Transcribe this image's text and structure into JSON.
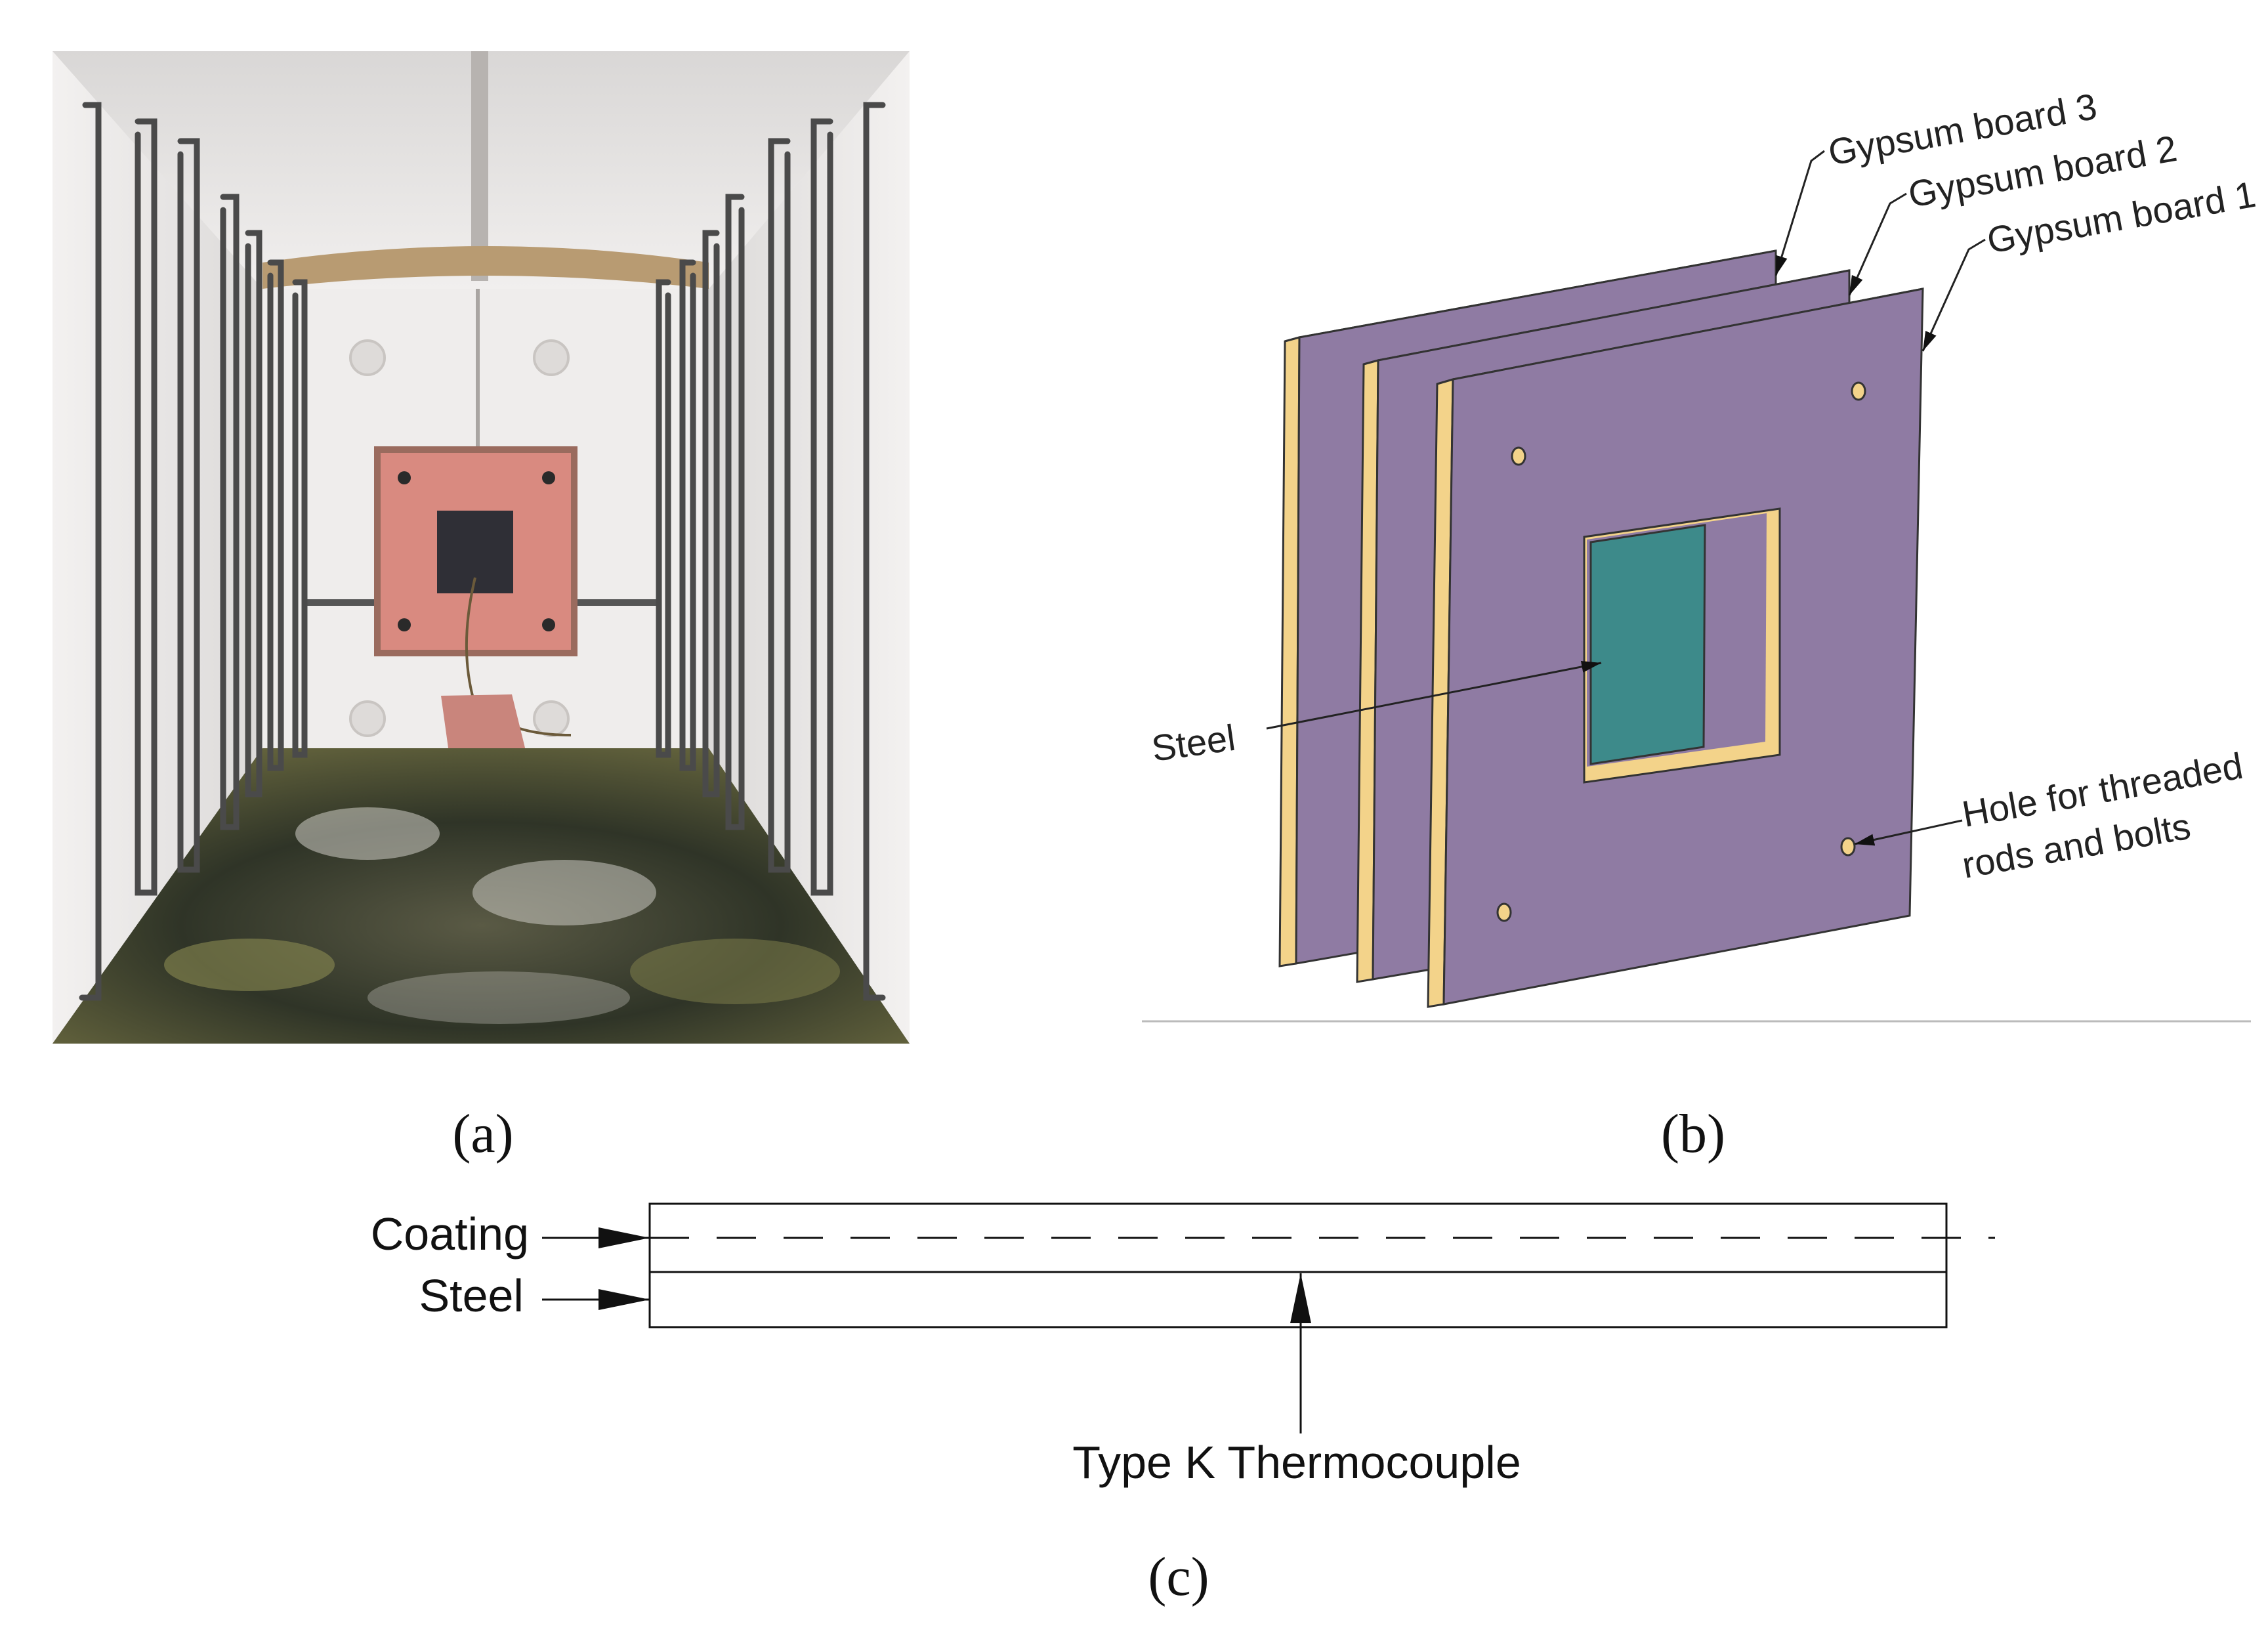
{
  "panels": {
    "a": {
      "caption": "(a)"
    },
    "b": {
      "caption": "(b)",
      "labels": {
        "board3": "Gypsum board 3",
        "board2": "Gypsum board 2",
        "board1": "Gypsum board 1",
        "steel": "Steel",
        "hole_line1": "Hole for threaded",
        "hole_line2": "rods and bolts"
      }
    },
    "c": {
      "caption": "(c)",
      "labels": {
        "coating": "Coating",
        "steel": "Steel",
        "thermocouple": "Type K Thermocouple"
      }
    }
  },
  "colors": {
    "gypsum_face": "#8f7ba3",
    "gypsum_edge": "#f3d38a",
    "steel_plate": "#3d8a8a",
    "furnace_pink": "#d98a80",
    "furnace_wall": "#e9e7e6",
    "furnace_floor": "#3b3b2a"
  }
}
